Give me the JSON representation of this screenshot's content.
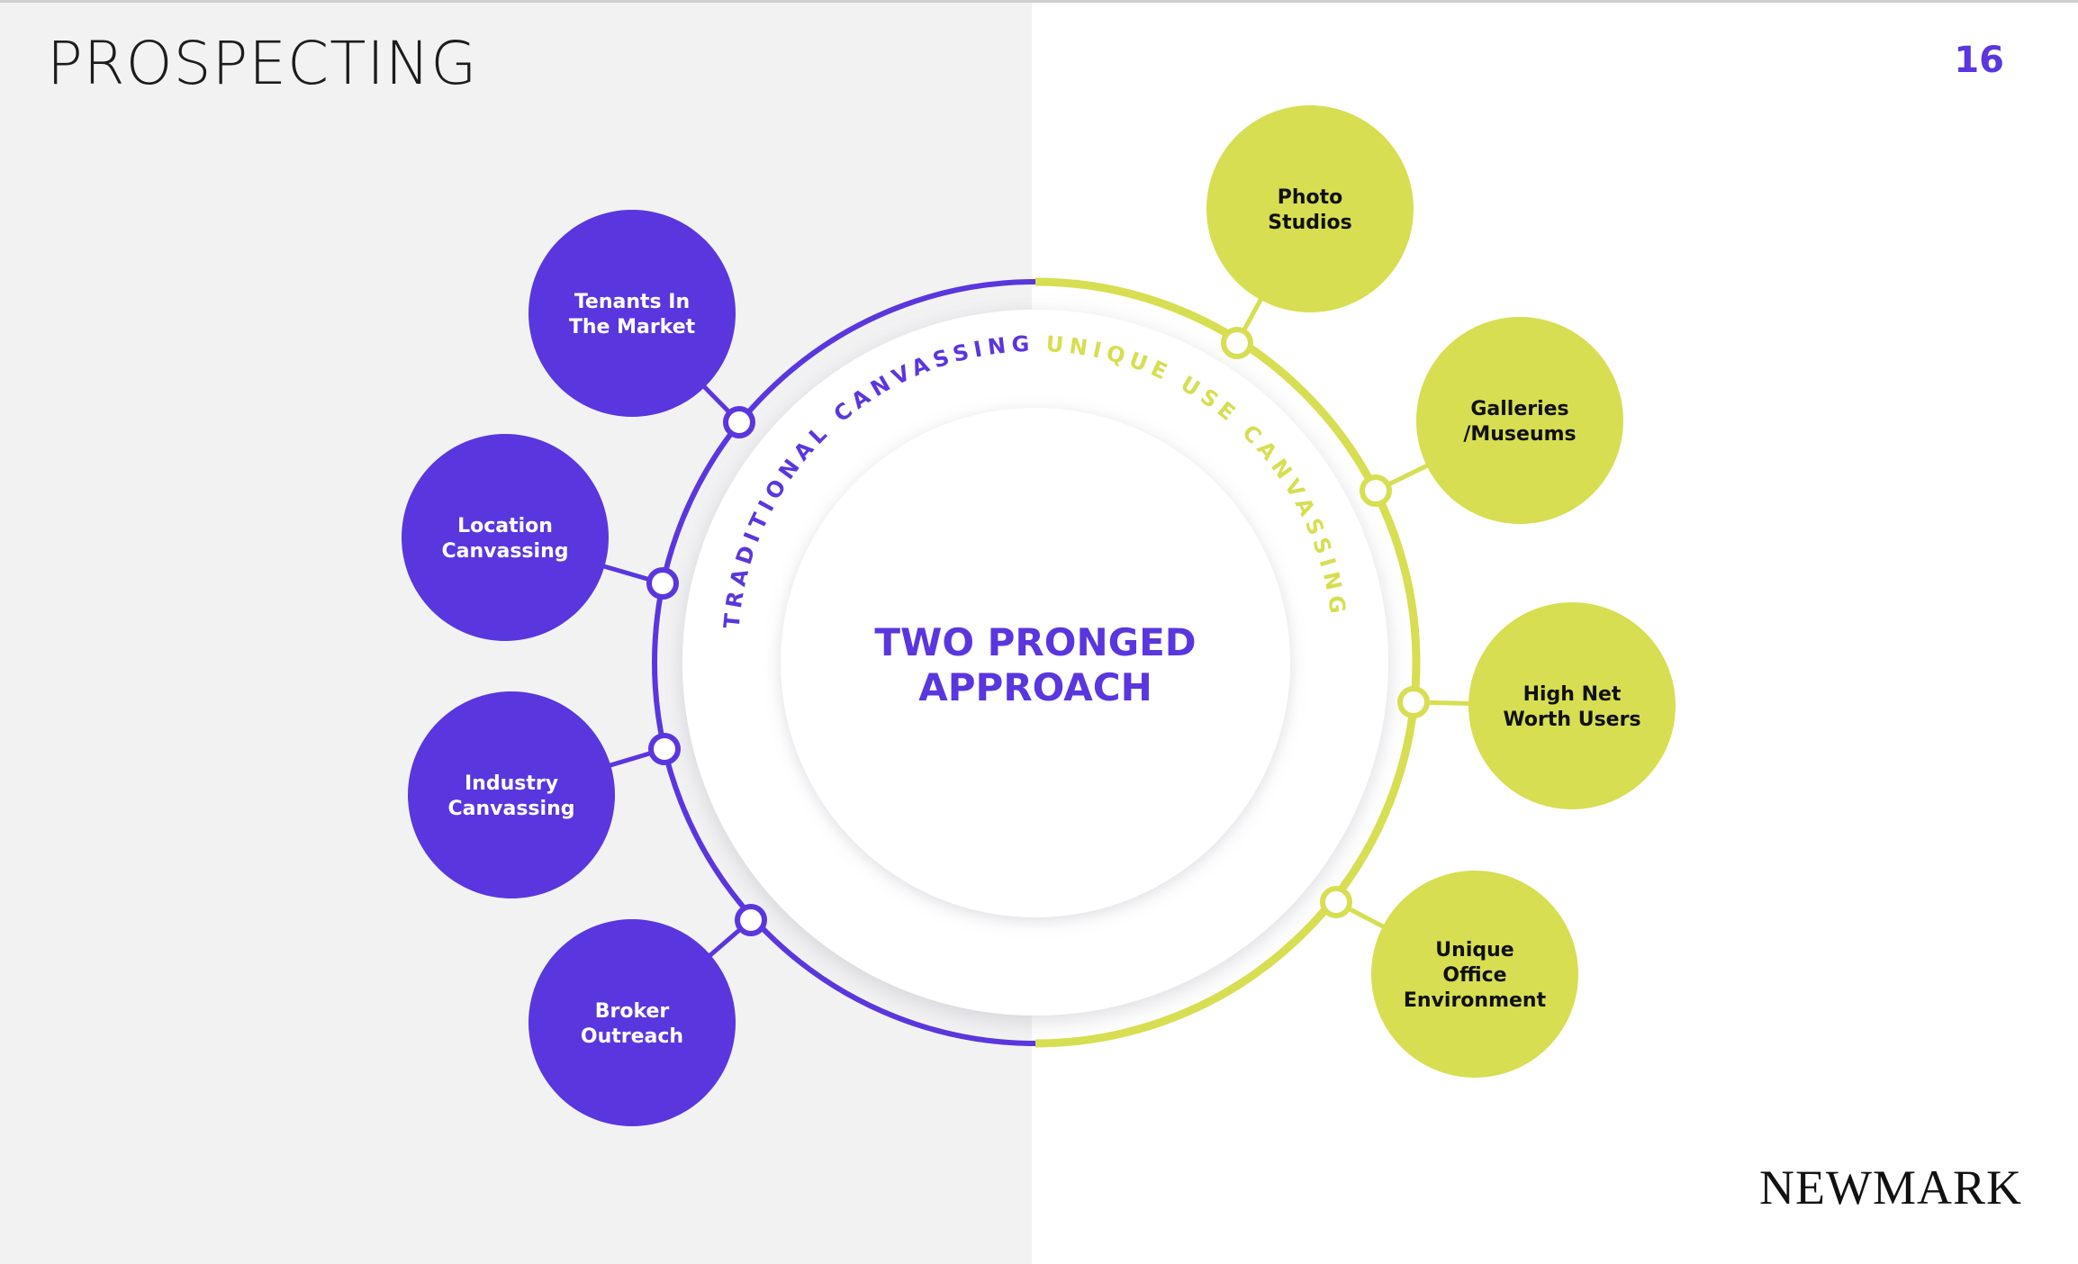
{
  "header": {
    "title": "PROSPECTING",
    "page_number": "16"
  },
  "brand": {
    "logo_text": "NEWMARK"
  },
  "colors": {
    "purple": "#5a36de",
    "lime": "#d7de51",
    "left_panel_bg": "#f2f2f3",
    "node_text_dark": "#111111",
    "node_text_light": "#ffffff"
  },
  "diagram": {
    "center": {
      "line1": "TWO PRONGED",
      "line2": "APPROACH"
    },
    "left_arc_label": "TRADITIONAL CANVASSING",
    "right_arc_label": "UNIQUE USE CANVASSING",
    "left_nodes": [
      {
        "lines": [
          "Tenants In",
          "The Market"
        ]
      },
      {
        "lines": [
          "Location",
          "Canvassing"
        ]
      },
      {
        "lines": [
          "Industry",
          "Canvassing"
        ]
      },
      {
        "lines": [
          "Broker",
          "Outreach"
        ]
      }
    ],
    "right_nodes": [
      {
        "lines": [
          "Photo",
          "Studios"
        ]
      },
      {
        "lines": [
          "Galleries",
          "/Museums"
        ]
      },
      {
        "lines": [
          "High Net",
          "Worth Users"
        ]
      },
      {
        "lines": [
          "Unique",
          "Office",
          "Environment"
        ]
      }
    ]
  }
}
